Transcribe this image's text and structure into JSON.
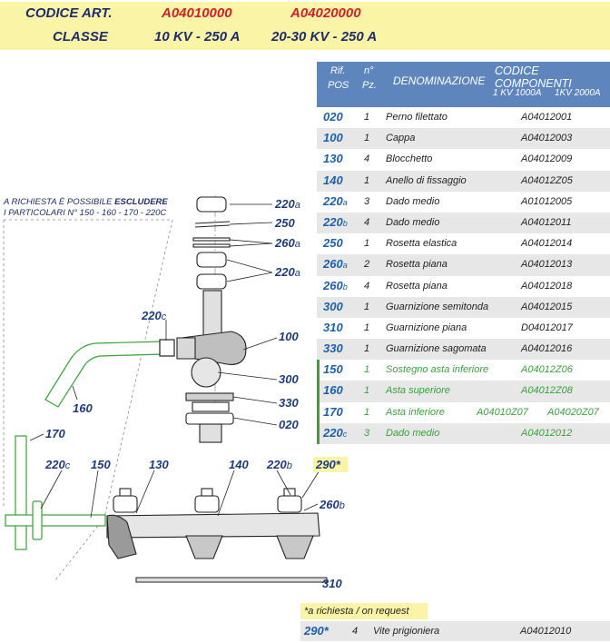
{
  "header": {
    "code_label": "CODICE ART.",
    "code_1": "A04010000",
    "code_2": "A04020000",
    "class_label": "CLASSE",
    "class_1": "10 KV - 250 A",
    "class_2": "20-30 KV - 250 A"
  },
  "table": {
    "col_pos_1": "Rif.",
    "col_pos_2": "POS",
    "col_qty_1": "n°",
    "col_qty_2": "Pz.",
    "col_name": "DENOMINAZIONE",
    "col_codes": "CODICE COMPONENTI",
    "col_code_a": "1 KV 1000A",
    "col_code_b": "1KV 2000A",
    "rows": [
      {
        "pos": "020",
        "suffix": "",
        "qty": "1",
        "name": "Perno filettato",
        "code": "A04012001",
        "code2": ""
      },
      {
        "pos": "100",
        "suffix": "",
        "qty": "1",
        "name": "Cappa",
        "code": "A04012003",
        "code2": ""
      },
      {
        "pos": "130",
        "suffix": "",
        "qty": "4",
        "name": "Blocchetto",
        "code": "A04012009",
        "code2": ""
      },
      {
        "pos": "140",
        "suffix": "",
        "qty": "1",
        "name": "Anello di fissaggio",
        "code": "A04012Z05",
        "code2": ""
      },
      {
        "pos": "220",
        "suffix": "a",
        "qty": "3",
        "name": "Dado medio",
        "code": "A01012005",
        "code2": ""
      },
      {
        "pos": "220",
        "suffix": "b",
        "qty": "4",
        "name": "Dado medio",
        "code": "A04012011",
        "code2": ""
      },
      {
        "pos": "250",
        "suffix": "",
        "qty": "1",
        "name": "Rosetta elastica",
        "code": "A04012014",
        "code2": ""
      },
      {
        "pos": "260",
        "suffix": "a",
        "qty": "2",
        "name": "Rosetta piana",
        "code": "A04012013",
        "code2": ""
      },
      {
        "pos": "260",
        "suffix": "b",
        "qty": "4",
        "name": "Rosetta piana",
        "code": "A04012018",
        "code2": ""
      },
      {
        "pos": "300",
        "suffix": "",
        "qty": "1",
        "name": "Guarnizione semitonda",
        "code": "A04012015",
        "code2": ""
      },
      {
        "pos": "310",
        "suffix": "",
        "qty": "1",
        "name": "Guarnizione piana",
        "code": "D04012017",
        "code2": ""
      },
      {
        "pos": "330",
        "suffix": "",
        "qty": "1",
        "name": "Guarnizione sagomata",
        "code": "A04012016",
        "code2": ""
      },
      {
        "pos": "150",
        "suffix": "",
        "qty": "1",
        "name": "Sostegno asta inferiore",
        "code": "A04012Z06",
        "code2": ""
      },
      {
        "pos": "160",
        "suffix": "",
        "qty": "1",
        "name": "Asta superiore",
        "code": "A04012Z08",
        "code2": ""
      },
      {
        "pos": "170",
        "suffix": "",
        "qty": "1",
        "name": "Asta inferiore",
        "code": "A04010Z07",
        "code2": "A04020Z07"
      },
      {
        "pos": "220",
        "suffix": "c",
        "qty": "3",
        "name": "Dado medio",
        "code": "A04012012",
        "code2": ""
      }
    ]
  },
  "note_request": "*a richiesta / on request",
  "row_290": {
    "pos": "290*",
    "qty": "4",
    "name": "Vite prigioniera",
    "code": "A04012010"
  },
  "drawing": {
    "note_line1_a": "A RICHIESTA È POSSIBILE ",
    "note_line1_b": "ESCLUDERE",
    "note_line2": "I PARTICOLARI N° 150 - 160 - 170 - 220C",
    "labels": {
      "l220a_1": "220",
      "l220a_1s": "a",
      "l250": "250",
      "l260a": "260",
      "l260a_s": "a",
      "l220a_2": "220",
      "l220a_2s": "a",
      "l220c_top": "220",
      "l220c_top_s": "c",
      "l100": "100",
      "l160": "160",
      "l300": "300",
      "l330": "330",
      "l020": "020",
      "l170": "170",
      "l220c": "220",
      "l220c_s": "c",
      "l150": "150",
      "l130": "130",
      "l140": "140",
      "l220b": "220",
      "l220b_s": "b",
      "l290": "290*",
      "l260b": "260",
      "l260b_s": "b",
      "l310": "310"
    }
  }
}
